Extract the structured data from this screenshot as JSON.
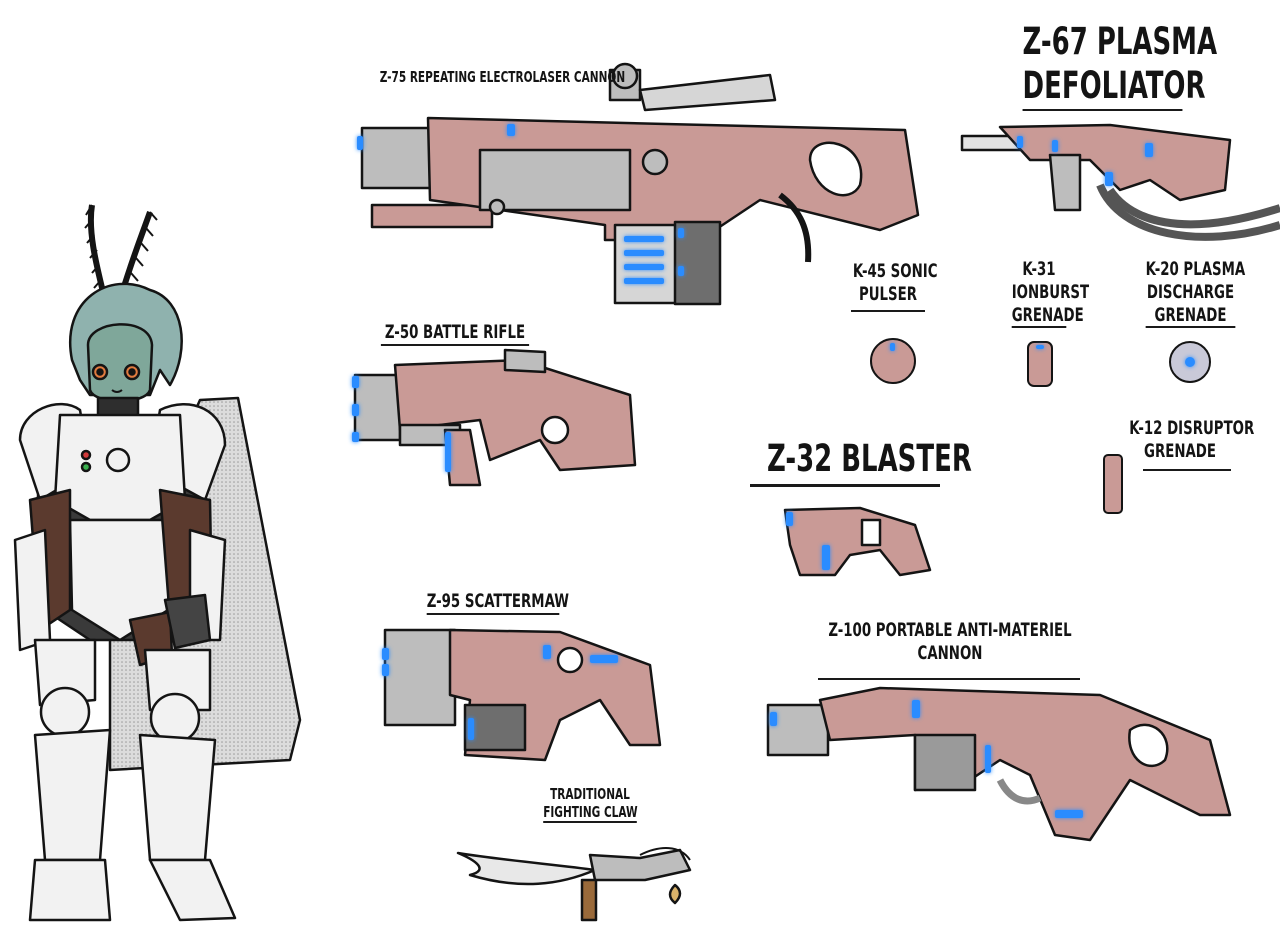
{
  "labels": {
    "z75": "Z-75 REPEATING ELECTROLASER CANNON",
    "z67_line1": "Z-67 PLASMA",
    "z67_line2": "DEFOLIATOR",
    "k45_line1": "K-45 SONIC",
    "k45_line2": "PULSER",
    "k31_line1": "K-31",
    "k31_line2": "IONBURST",
    "k31_line3": "GRENADE",
    "k20_line1": "K-20 PLASMA",
    "k20_line2": "DISCHARGE",
    "k20_line3": "GRENADE",
    "z50": "Z-50 BATTLE RIFLE",
    "z32": "Z-32 BLASTER",
    "k12_line1": "K-12 DISRUPTOR",
    "k12_line2": "GRENADE",
    "z95": "Z-95 SCATTERMAW",
    "z100_line1": "Z-100 PORTABLE ANTI-MATERIEL",
    "z100_line2": "CANNON",
    "claw_line1": "TRADITIONAL",
    "claw_line2": "FIGHTING CLAW"
  },
  "colors": {
    "weapon_body": "#c99a96",
    "metal": "#bdbdbd",
    "dark_metal": "#6e6e6e",
    "glow": "#2b8cff",
    "skin": "#7fa79a",
    "armor": "#f2f2f2",
    "undersuit": "#3a3a3a",
    "glove": "#5b3a2e",
    "ink": "#141414"
  },
  "icons": [
    "alien-soldier-figure",
    "heavy-cannon",
    "plasma-rifle",
    "battle-rifle",
    "blaster-pistol",
    "scatter-shotgun",
    "anti-materiel-cannon",
    "fighting-claw",
    "grenade"
  ]
}
